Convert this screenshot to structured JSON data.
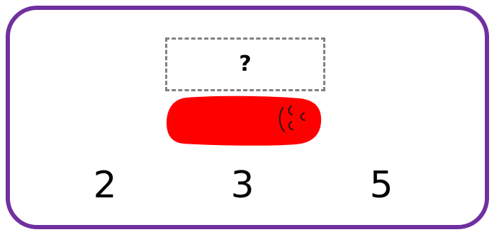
{
  "puzzle": {
    "answer_placeholder": "?",
    "rod": {
      "color": "#ff0000",
      "icon": "red-number-rod"
    },
    "options": [
      "2",
      "3",
      "5"
    ]
  },
  "colors": {
    "border": "#7030a0",
    "slot_border": "#808080"
  }
}
